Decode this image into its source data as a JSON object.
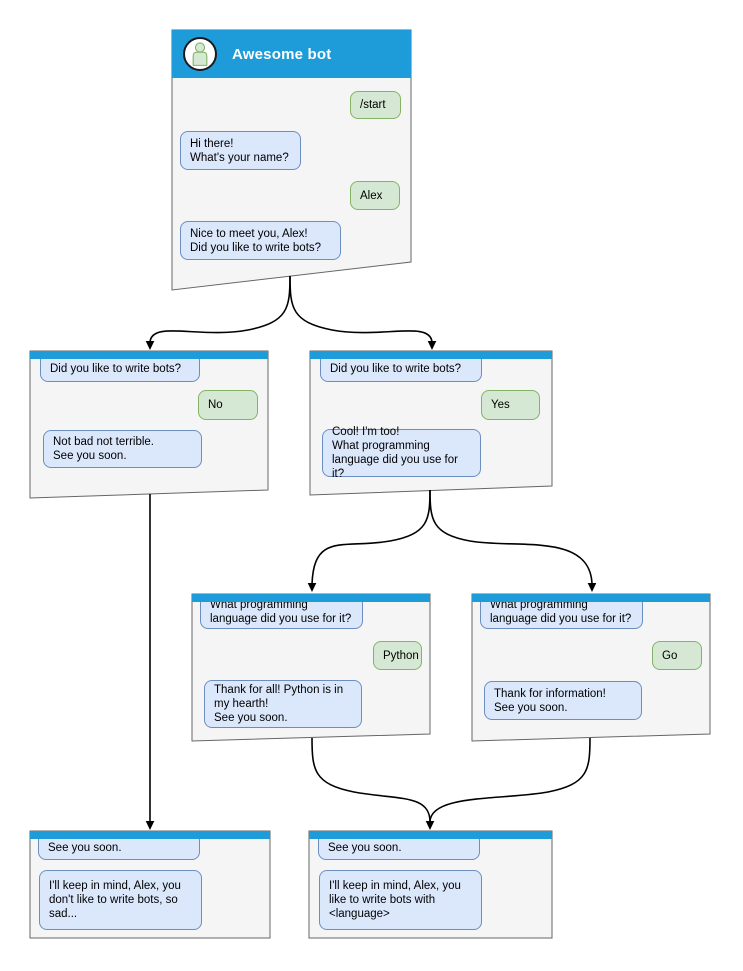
{
  "diagram": {
    "colors": {
      "header-blue": "#1d9cd9",
      "window-fill": "#f5f5f5",
      "window-stroke": "#666666",
      "bot-bubble-fill": "#dbe8fc",
      "bot-bubble-stroke": "#6c8ebf",
      "user-bubble-fill": "#d5e8d4",
      "user-bubble-stroke": "#82b366",
      "edge-color": "#000000",
      "title-color": "#ffffff"
    },
    "windows": [
      {
        "id": "main",
        "title": "Awesome bot",
        "bubbles": [
          {
            "from": "user",
            "text": "/start"
          },
          {
            "from": "bot",
            "text": "Hi there!\nWhat's your name?"
          },
          {
            "from": "user",
            "text": "Alex"
          },
          {
            "from": "bot",
            "text": "Nice to meet you, Alex!\nDid you like to write bots?"
          }
        ]
      },
      {
        "id": "branch-no",
        "bubbles": [
          {
            "from": "bot",
            "text": "Did you like to write bots?"
          },
          {
            "from": "user",
            "text": "No"
          },
          {
            "from": "bot",
            "text": "Not bad not terrible.\nSee you soon."
          }
        ]
      },
      {
        "id": "branch-yes",
        "bubbles": [
          {
            "from": "bot",
            "text": "Did you like to write bots?"
          },
          {
            "from": "user",
            "text": "Yes"
          },
          {
            "from": "bot",
            "text": "Cool! I'm too!\nWhat programming\nlanguage did you use for it?"
          }
        ]
      },
      {
        "id": "branch-python",
        "bubbles": [
          {
            "from": "bot",
            "text": "What programming\nlanguage did you use for it?"
          },
          {
            "from": "user",
            "text": "Python"
          },
          {
            "from": "bot",
            "text": "Thank for all! Python is in\nmy hearth!\nSee you soon."
          }
        ]
      },
      {
        "id": "branch-go",
        "bubbles": [
          {
            "from": "bot",
            "text": "What programming\nlanguage did you use for it?"
          },
          {
            "from": "user",
            "text": "Go"
          },
          {
            "from": "bot",
            "text": "Thank for information!\nSee you soon."
          }
        ]
      },
      {
        "id": "end-no",
        "bubbles": [
          {
            "from": "bot",
            "text": "See you soon."
          },
          {
            "from": "bot",
            "text": "I'll keep in mind, Alex, you\ndon't like to write bots, so\nsad..."
          }
        ]
      },
      {
        "id": "end-yes",
        "bubbles": [
          {
            "from": "bot",
            "text": "See you soon."
          },
          {
            "from": "bot",
            "text": "I'll keep in mind, Alex, you\nlike to write bots with\n<language>"
          }
        ]
      }
    ]
  }
}
